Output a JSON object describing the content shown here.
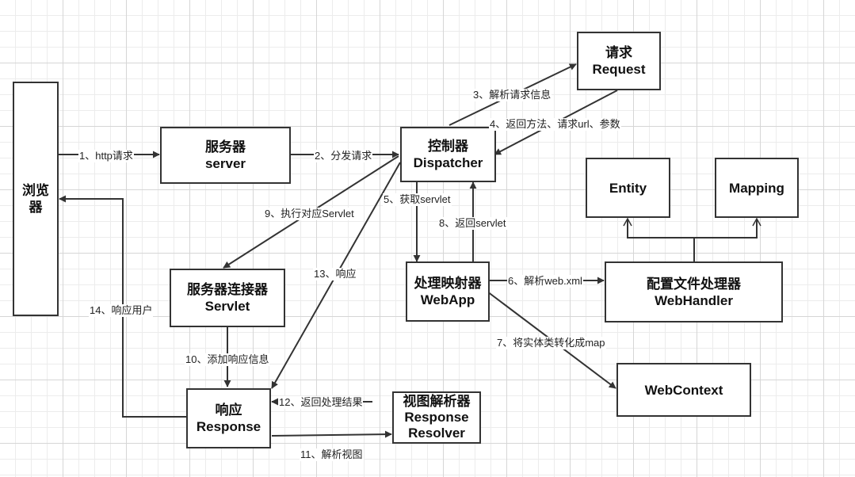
{
  "nodes": {
    "browser": [
      "浏览",
      "器"
    ],
    "server": [
      "服务器",
      "server"
    ],
    "dispatcher": [
      "控制器",
      "Dispatcher"
    ],
    "request": [
      "请求",
      "Request"
    ],
    "servlet": [
      "服务器连接器",
      "Servlet"
    ],
    "webapp": [
      "处理映射器",
      "WebApp"
    ],
    "entity": [
      "Entity"
    ],
    "mapping": [
      "Mapping"
    ],
    "webhandler": [
      "配置文件处理器",
      "WebHandler"
    ],
    "webcontext": [
      "WebContext"
    ],
    "response": [
      "响应",
      "Response"
    ],
    "resolver": [
      "视图解析器",
      "Response",
      "Resolver"
    ]
  },
  "edges": {
    "e1": "1、http请求",
    "e2": "2、分发请求",
    "e3": "3、解析请求信息",
    "e4": "4、返回方法、请求url、参数",
    "e5": "5、获取servlet",
    "e6": "6、解析web.xml",
    "e7": "7、将实体类转化成map",
    "e8": "8、返回servlet",
    "e9": "9、执行对应Servlet",
    "e10": "10、添加响应信息",
    "e11": "11、解析视图",
    "e12": "12、返回处理结果",
    "e13": "13、响应",
    "e14": "14、响应用户"
  }
}
